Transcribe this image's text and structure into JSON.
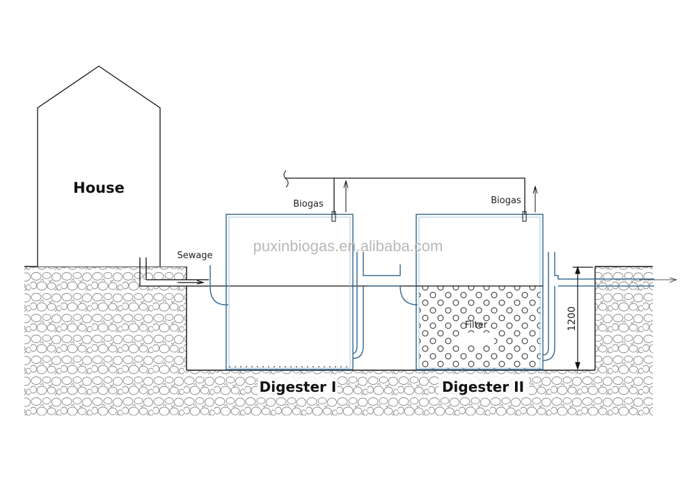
{
  "diagram": {
    "title": "Two-stage biogas digester sewage treatment system",
    "labels": {
      "house": "House",
      "sewage": "Sewage",
      "biogas_1": "Biogas",
      "biogas_2": "Biogas",
      "filter": "Filter",
      "digester_1": "Digester I",
      "digester_2": "Digester II",
      "dimension": "1200"
    },
    "watermark": "puxinbiogas.en.alibaba.com",
    "colors": {
      "line": "#111111",
      "pipe": "#3a6f96",
      "pipe_light": "#a9c6dc",
      "gravel": "#8a8a8a",
      "watermark": "#b8b8b8"
    },
    "components": [
      {
        "id": "house",
        "label": "House"
      },
      {
        "id": "sewage-inlet",
        "label": "Sewage"
      },
      {
        "id": "digester-1",
        "label": "Digester I",
        "outlet": "Biogas"
      },
      {
        "id": "digester-2",
        "label": "Digester II",
        "outlet": "Biogas",
        "media": "Filter"
      },
      {
        "id": "effluent-outlet",
        "depth_mm": 1200
      }
    ]
  }
}
